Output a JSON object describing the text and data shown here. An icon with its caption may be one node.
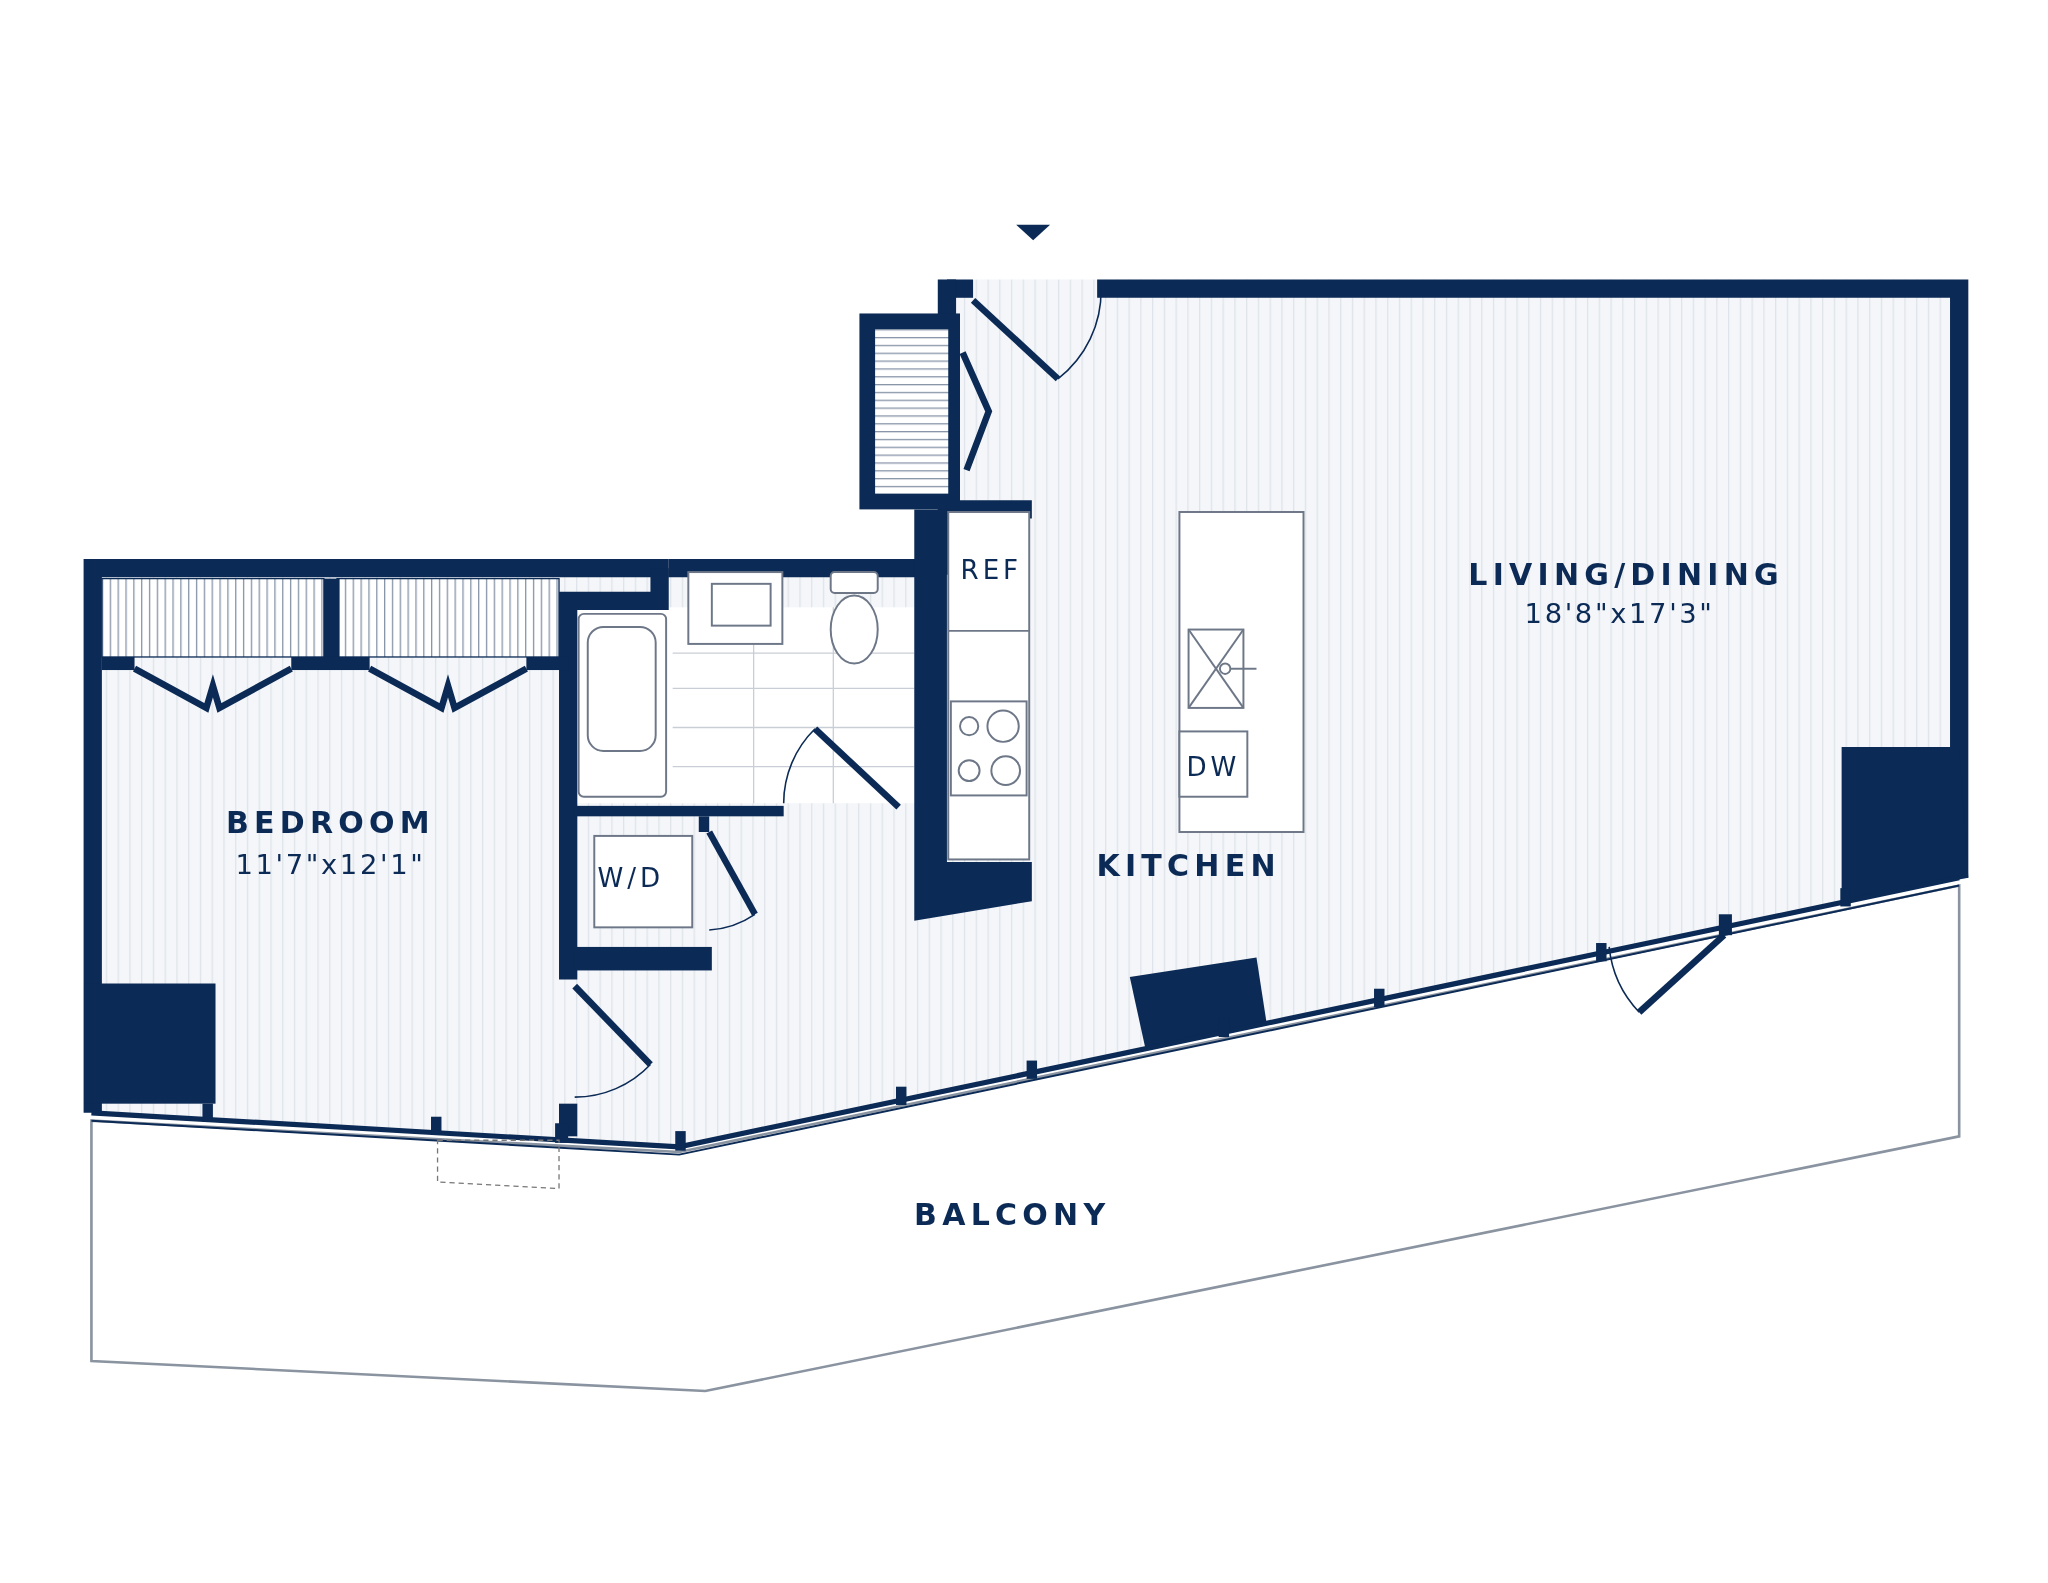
{
  "diagram": {
    "labels": [
      "REF",
      "LIVING/DINING",
      "18'8\"x17'3\"",
      "BEDROOM",
      "11'7\"x12'1\"",
      "DW",
      "KITCHEN",
      "W/D",
      "BALCONY"
    ]
  }
}
